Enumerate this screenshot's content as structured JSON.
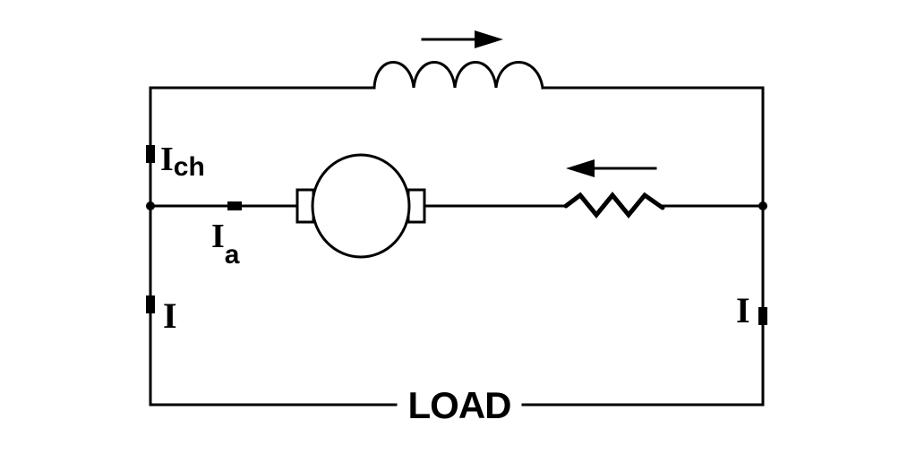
{
  "labels": {
    "field_current_main": "I",
    "field_current_sub": "ch",
    "armature_current_main": "I",
    "armature_current_sub": "a",
    "line_current_left": "I",
    "line_current_right": "I",
    "load": "LOAD"
  },
  "components": {
    "series_field": "inductor-coil",
    "armature": "motor-armature",
    "shunt_resistor": "resistor-zigzag"
  },
  "colors": {
    "ink": "#000000",
    "background": "#ffffff"
  }
}
